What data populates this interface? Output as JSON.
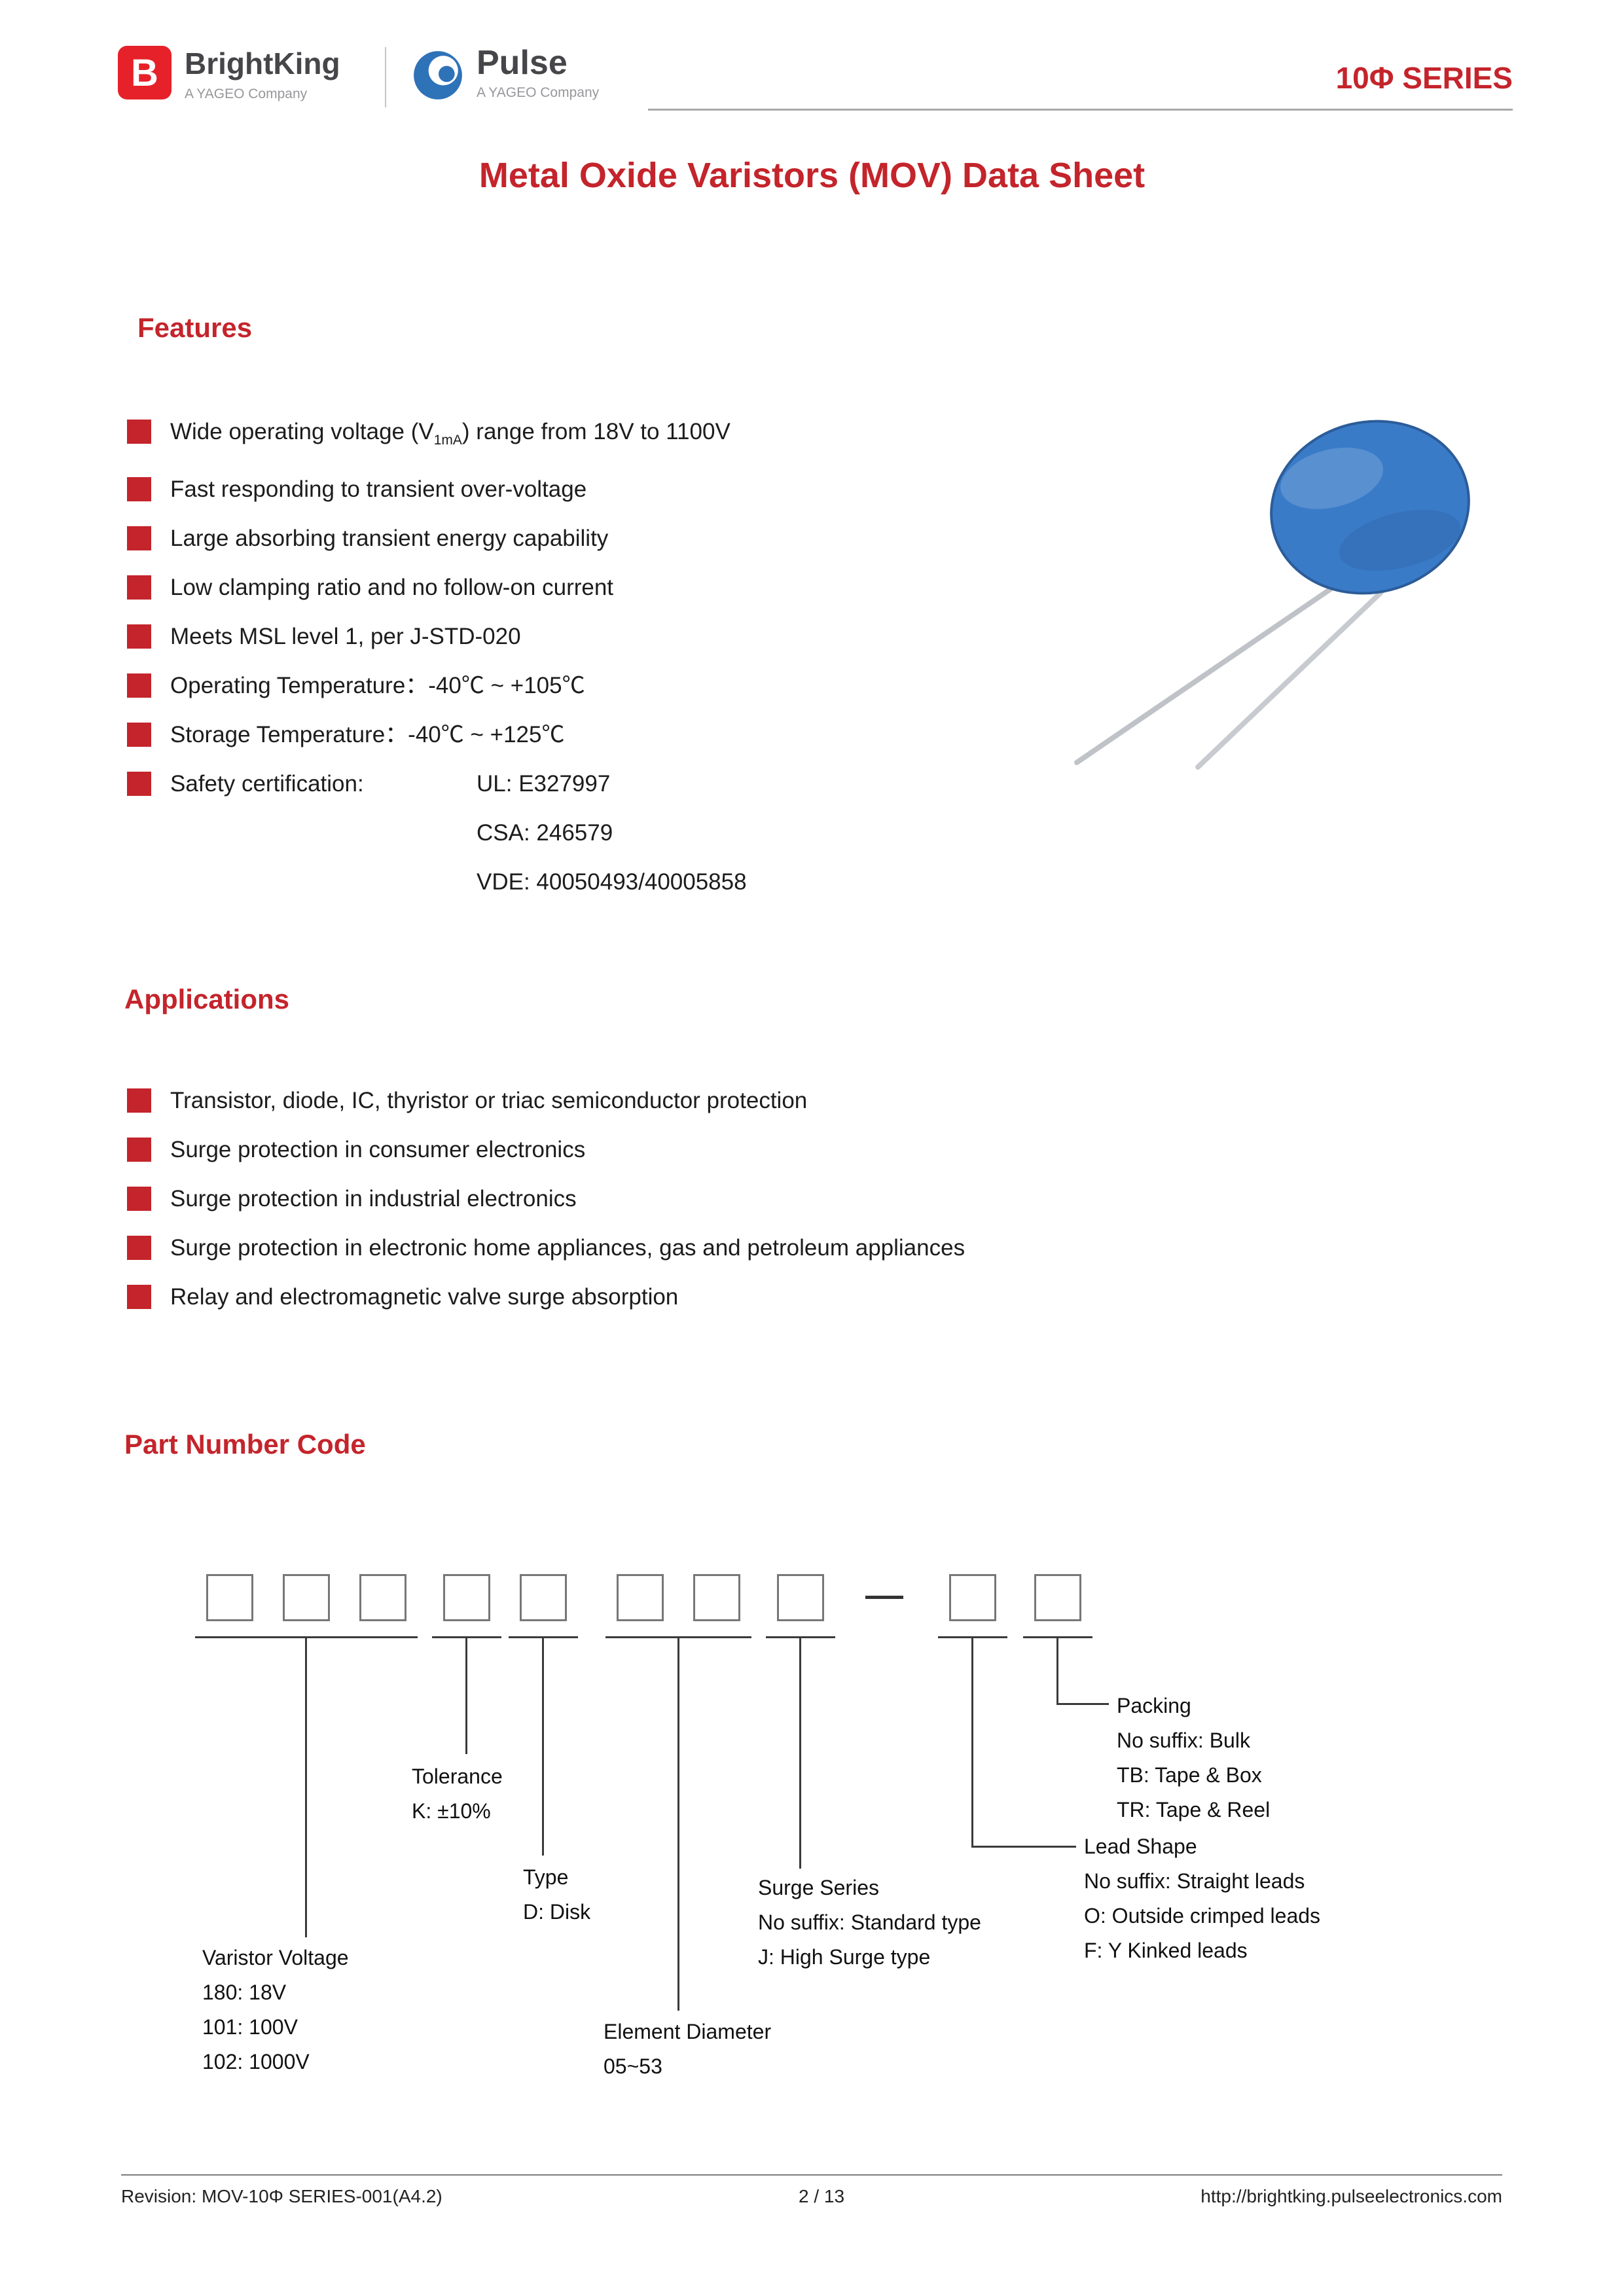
{
  "header": {
    "brightking_icon_letter": "B",
    "brightking_name": "BrightKing",
    "brightking_tagline": "A YAGEO Company",
    "pulse_name": "Pulse",
    "pulse_tagline": "A YAGEO Company",
    "series": "10Φ SERIES"
  },
  "title": "Metal Oxide Varistors (MOV) Data Sheet",
  "features": {
    "heading": "Features",
    "item1_pre": "Wide operating voltage (V",
    "item1_sub": "1mA",
    "item1_post": ") range from 18V to 1100V",
    "items": [
      "Fast responding to transient over-voltage",
      "Large absorbing transient energy capability",
      "Low clamping ratio and no follow-on current",
      "Meets MSL level 1, per J-STD-020",
      "Operating Temperature：-40℃ ~ +105℃",
      "Storage Temperature：-40℃ ~ +125℃"
    ],
    "safety_label": "Safety certification:",
    "safety_ul": "UL: E327997",
    "safety_csa": "CSA: 246579",
    "safety_vde": "VDE: 40050493/40005858"
  },
  "applications": {
    "heading": "Applications",
    "items": [
      "Transistor, diode, IC, thyristor or triac semiconductor protection",
      "Surge protection in consumer electronics",
      "Surge protection in industrial electronics",
      "Surge protection in electronic home appliances, gas and petroleum appliances",
      "Relay and electromagnetic valve surge absorption"
    ]
  },
  "part_number": {
    "heading": "Part Number Code",
    "labels": {
      "packing": {
        "title": "Packing",
        "lines": [
          "No suffix: Bulk",
          "TB: Tape & Box",
          "TR: Tape & Reel"
        ]
      },
      "lead_shape": {
        "title": "Lead Shape",
        "lines": [
          "No suffix: Straight leads",
          "O: Outside crimped leads",
          "F: Y Kinked leads"
        ]
      },
      "surge_series": {
        "title": "Surge Series",
        "lines": [
          "No suffix: Standard type",
          "J: High Surge type"
        ]
      },
      "element_diameter": {
        "title": "Element Diameter",
        "lines": [
          "05~53"
        ]
      },
      "type": {
        "title": "Type",
        "lines": [
          "D: Disk"
        ]
      },
      "tolerance": {
        "title": "Tolerance",
        "lines": [
          "K: ±10%"
        ]
      },
      "varistor_voltage": {
        "title": "Varistor Voltage",
        "lines": [
          "180: 18V",
          "101: 100V",
          "102: 1000V"
        ]
      }
    }
  },
  "footer": {
    "revision": "Revision: MOV-10Φ SERIES-001(A4.2)",
    "page": "2 / 13",
    "url": "http://brightking.pulseelectronics.com"
  },
  "colors": {
    "accent_red": "#c4242b",
    "logo_red": "#e62129",
    "logo_blue": "#2e72b8",
    "varistor_blue": "#3a7bc8"
  }
}
